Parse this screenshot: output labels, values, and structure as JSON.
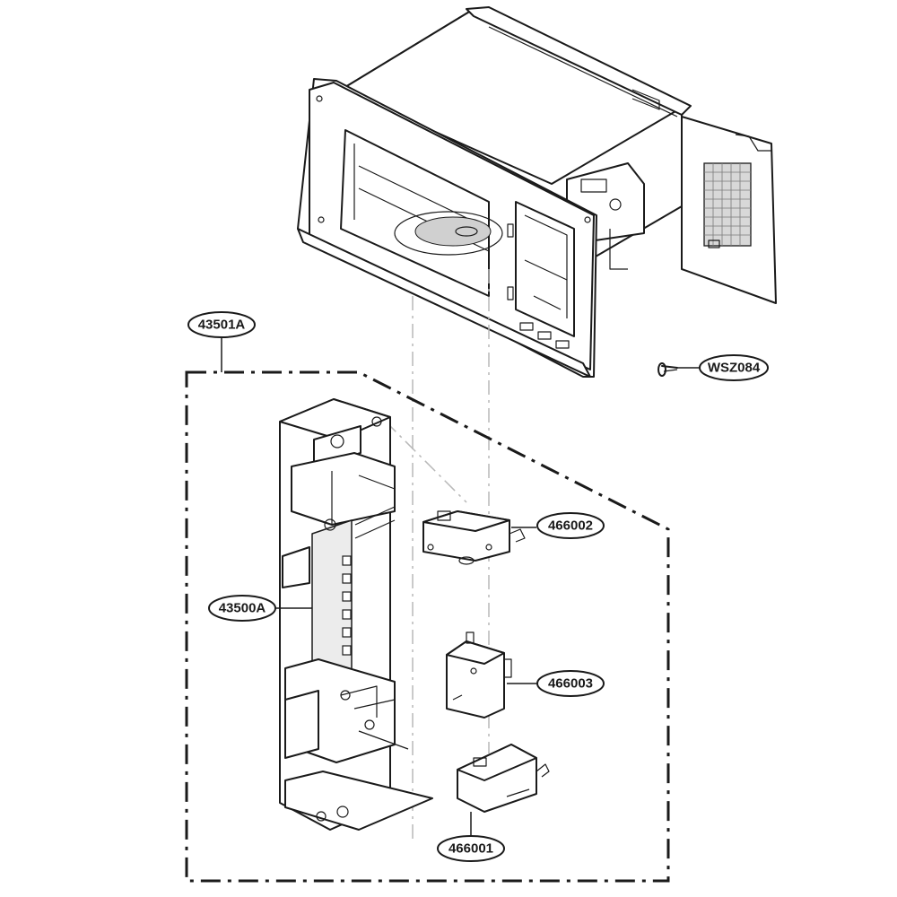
{
  "callouts": {
    "assembly": "43501A",
    "screw": "WSZ084",
    "switch_top": "466002",
    "latch_board": "43500A",
    "switch_mid": "466003",
    "switch_bottom": "466001"
  }
}
